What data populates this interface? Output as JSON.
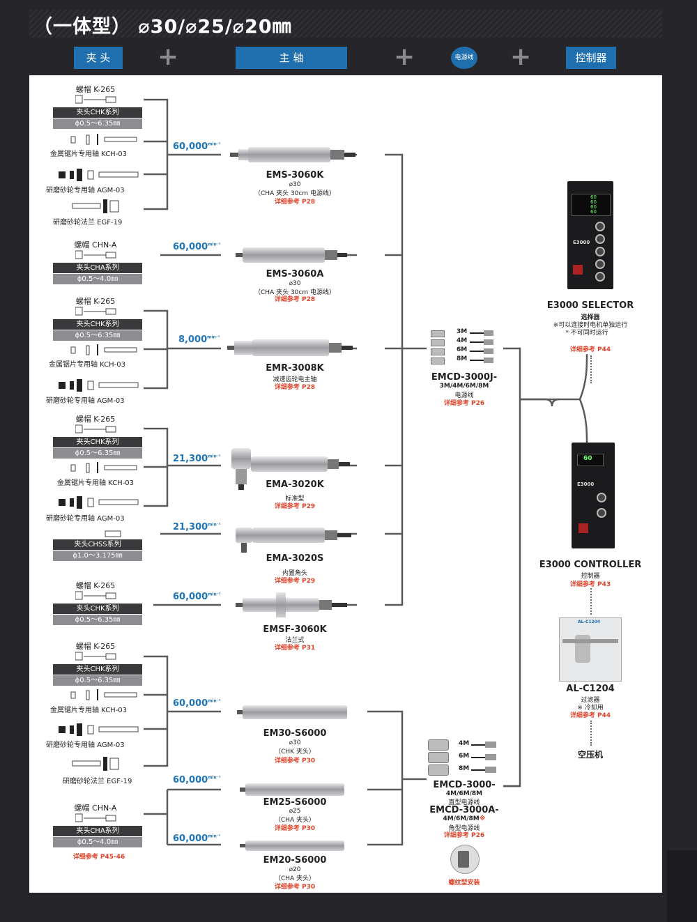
{
  "header": {
    "title": "（一体型） ⌀30/⌀25/⌀20㎜"
  },
  "tabs": {
    "chuck": "夹 头",
    "spindle": "主 轴",
    "cable": "电源线",
    "controller": "控制器"
  },
  "cap": {
    "k265": "螺帽 K-265",
    "chna": "螺帽 CHN-A"
  },
  "chuck": {
    "chk": "夹头CHK系列",
    "chk_range": "ϕ0.5～6.35㎜",
    "cha": "夹头CHA系列",
    "cha_range": "ϕ0.5～4.0㎜",
    "chss": "夹头CHSS系列",
    "chss_range": "ϕ1.0～3.175㎜"
  },
  "acc": {
    "kch": "金属锯片专用轴 KCH-03",
    "agm": "研磨砂轮专用轴 AGM-03",
    "egf": "研磨砂轮法兰 EGF-19"
  },
  "speeds": {
    "s1": "60,000",
    "s2": "60,000",
    "s3": "8,000",
    "s4": "21,300",
    "s5": "21,300",
    "s6": "60,000",
    "s7": "60,000",
    "s8": "60,000",
    "s9": "60,000",
    "unit": "min⁻¹"
  },
  "spindles": {
    "ems3060k": {
      "model": "EMS-3060K",
      "l1": "⌀30",
      "l2": "（CHA 夹头 30cm 电源线）",
      "ref": "详细参考 P28"
    },
    "ems3060a": {
      "model": "EMS-3060A",
      "l1": "⌀30",
      "l2": "（CHA 夹头 30cm 电源线）",
      "ref": "详细参考 P28"
    },
    "emr3008k": {
      "model": "EMR-3008K",
      "l1": "减速齿轮电主轴",
      "ref": "详细参考 P28"
    },
    "ema3020k": {
      "model": "EMA-3020K",
      "l1": "标准型",
      "ref": "详细参考 P29"
    },
    "ema3020s": {
      "model": "EMA-3020S",
      "l1": "内置角头",
      "ref": "详细参考 P29"
    },
    "emsf3060k": {
      "model": "EMSF-3060K",
      "l1": "法兰式",
      "ref": "详细参考 P31"
    },
    "em30": {
      "model": "EM30-S6000",
      "l1": "⌀30",
      "l2": "（CHK 夹头）",
      "ref": "详细参考 P30"
    },
    "em25": {
      "model": "EM25-S6000",
      "l1": "⌀25",
      "l2": "（CHA 夹头）",
      "ref": "详细参考 P30"
    },
    "em20": {
      "model": "EM20-S6000",
      "l1": "⌀20",
      "l2": "（CHA 夹头）",
      "ref": "详细参考 P30"
    }
  },
  "ref_p4546": "详细参考 P45-46",
  "cables": {
    "j_lengths": [
      "3M",
      "4M",
      "6M",
      "8M"
    ],
    "j_model": "EMCD-3000J-",
    "j_sub": "3M/4M/6M/8M",
    "j_desc": "电源线",
    "j_ref": "详细参考 P26",
    "lengths": [
      "4M",
      "6M",
      "8M"
    ],
    "m1": "EMCD-3000-",
    "m1_sub": "4M/6M/8M",
    "m1_desc": "直型电源线",
    "m2": "EMCD-3000A-",
    "m2_sub": "4M/6M/8M",
    "m2_mark": "※",
    "m2_desc": "角型电源线",
    "m_ref": "详细参考 P26",
    "screw": "螺纹型安装"
  },
  "selector": {
    "model": "E3000 SELECTOR",
    "cn": "选择器",
    "n1": "※可以连接时电机单独运行",
    "n2": "* 不可同时运行",
    "ref": "详细参考 P44",
    "brand": "E3000",
    "disp": [
      "60",
      "60",
      "60",
      "60"
    ]
  },
  "controller": {
    "model": "E3000 CONTROLLER",
    "cn": "控制器",
    "ref": "详细参考 P43",
    "brand": "E3000",
    "disp": "60"
  },
  "filter": {
    "model": "AL-C1204",
    "cn": "过滤器",
    "note": "※ 冷却用",
    "ref": "详细参考 P44",
    "label": "AL-C1204"
  },
  "air": "空压机"
}
